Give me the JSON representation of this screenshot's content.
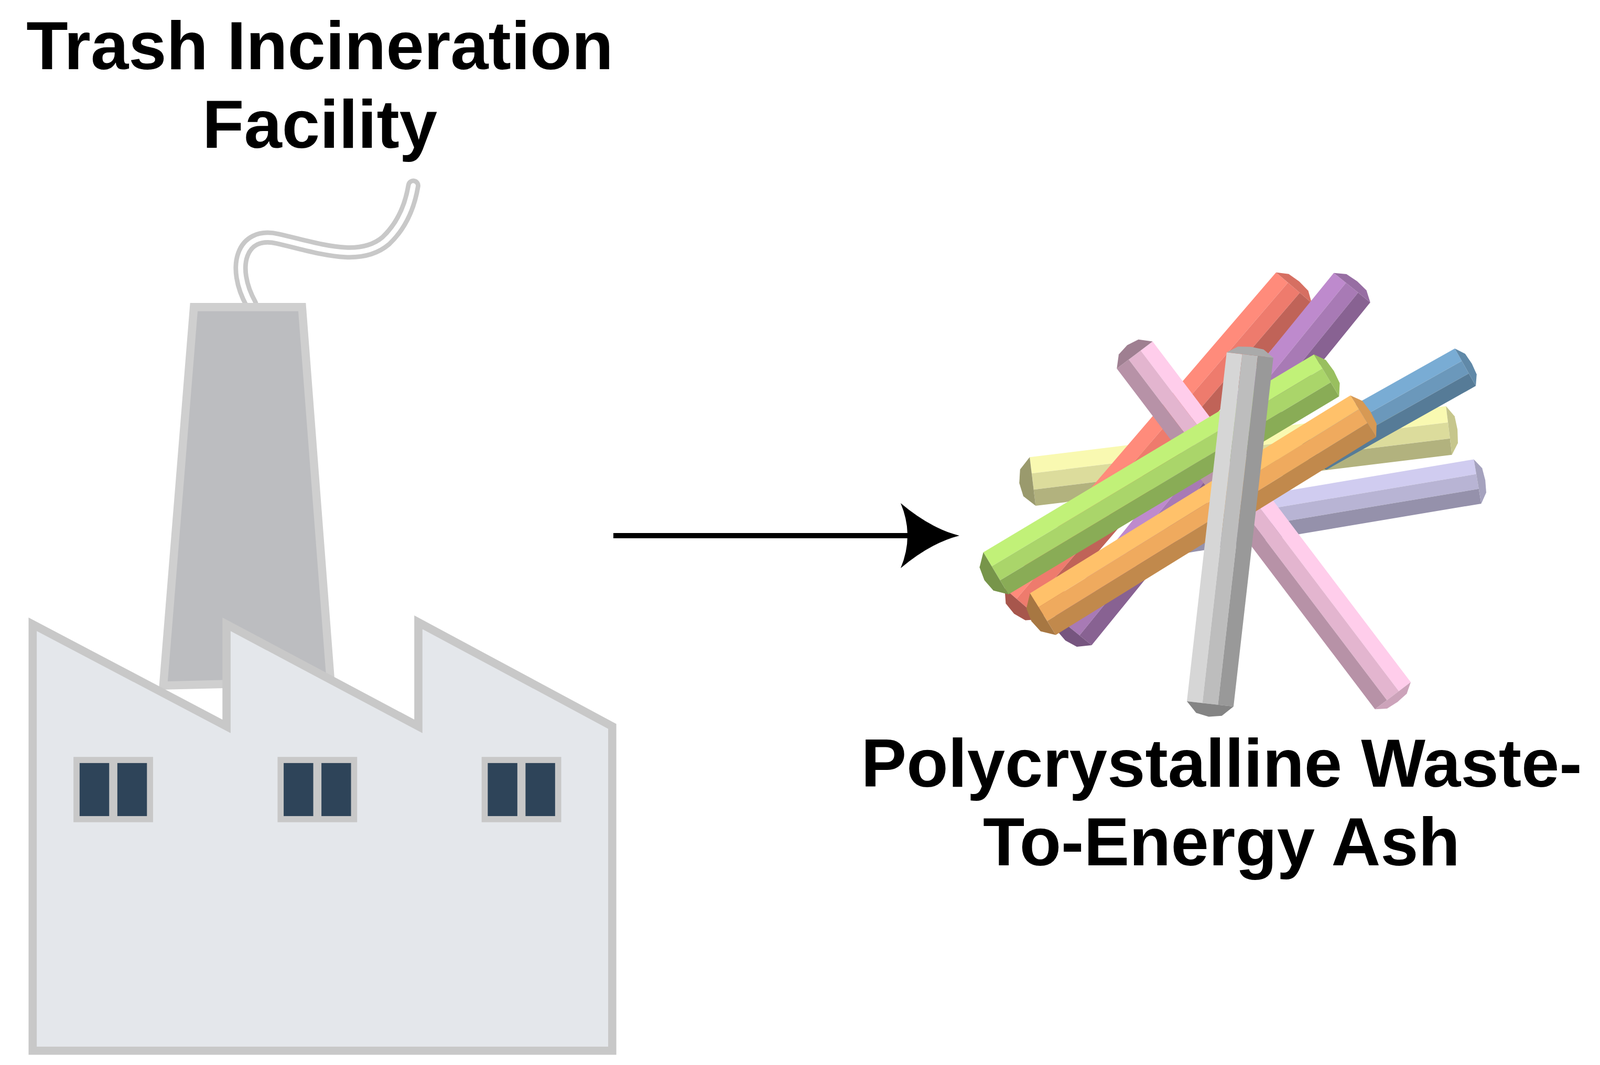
{
  "diagram": {
    "nodes": [
      {
        "text": [
          "Trash Incineration Facility"
        ]
      },
      {
        "text": [
          "Polycrystalline Waste-To-Energy Ash"
        ]
      }
    ],
    "edges": [
      {
        "from": 0,
        "to": 1,
        "arrow": "to"
      }
    ]
  }
}
